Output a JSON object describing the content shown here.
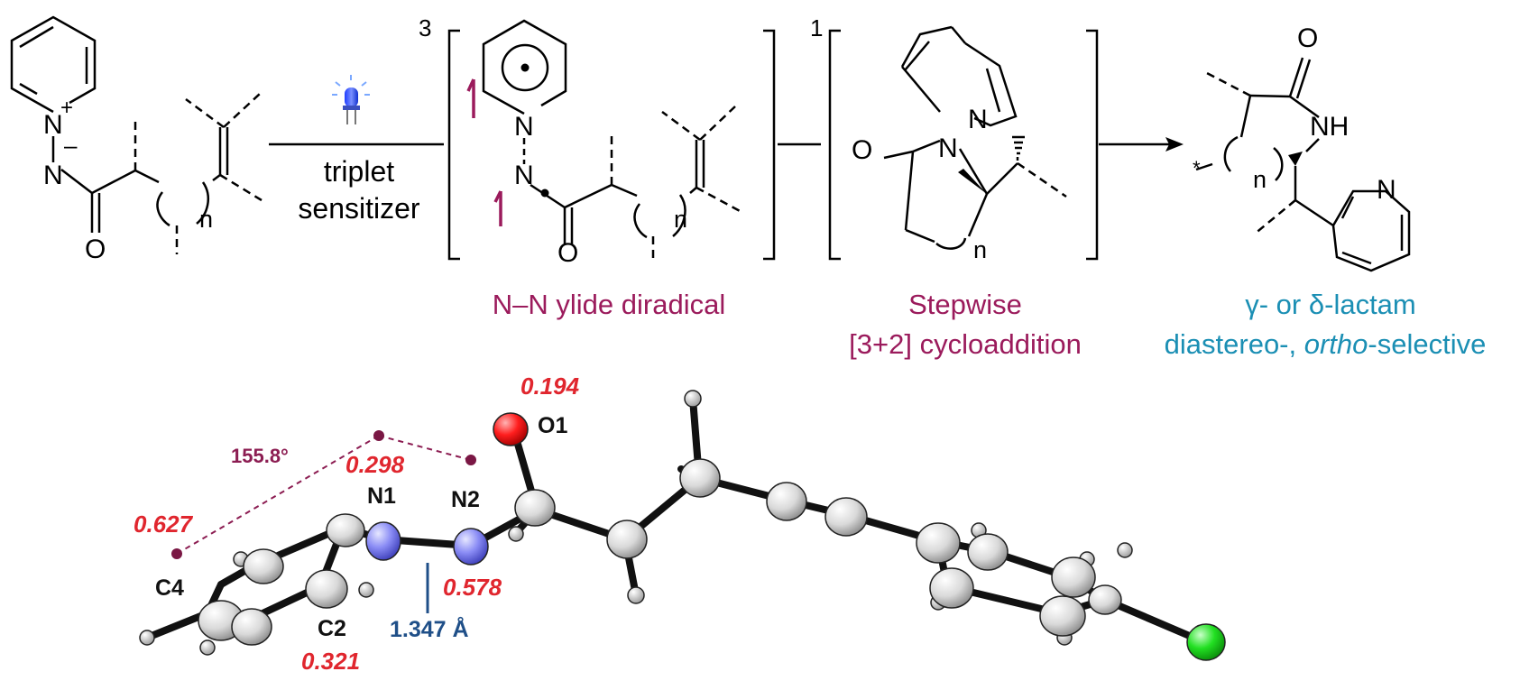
{
  "scheme": {
    "reactant_labels": {
      "cation_charge": "+",
      "anion_charge": "–",
      "n_top": "N",
      "n_bottom": "N",
      "oxygen": "O",
      "subscript": "n"
    },
    "conditions": {
      "line1": "triplet",
      "line2": "sensitizer"
    },
    "intermediate1": {
      "multiplicity": "3",
      "n_top": "N",
      "n_bottom": "N",
      "oxygen": "O",
      "subscript": "n",
      "caption": "N–N ylide diradical"
    },
    "intermediate2": {
      "multiplicity": "1",
      "n_a": "N",
      "n_b": "N",
      "oxygen": "O",
      "subscript": "n",
      "caption_line1": "Stepwise",
      "caption_line2": "[3+2] cycloaddition"
    },
    "product": {
      "oxygen": "O",
      "nh": "NH",
      "pyr_n": "N",
      "subscript": "n",
      "star": "*",
      "caption_line1": "γ- or δ-lactam",
      "caption_line2_a": "diastereo-, ",
      "caption_line2_b": "ortho",
      "caption_line2_c": "-selective"
    },
    "colors": {
      "magenta": "#9b1b5c",
      "blue_caption": "#1b8fb4",
      "red_value": "#e0262e",
      "bond_blue": "#1f4f88",
      "nitrogen": "#6f72f0",
      "oxygen_atom": "#e8141c",
      "chlorine": "#1edc1e"
    }
  },
  "crystal": {
    "values": {
      "o1": "0.194",
      "mid": "0.298",
      "c4": "0.627",
      "n2": "0.578",
      "c2": "0.321"
    },
    "atoms": {
      "o1": "O1",
      "n1": "N1",
      "n2": "N2",
      "c4": "C4",
      "c2": "C2"
    },
    "angle": "155.8°",
    "bond_length": "1.347 Å"
  }
}
